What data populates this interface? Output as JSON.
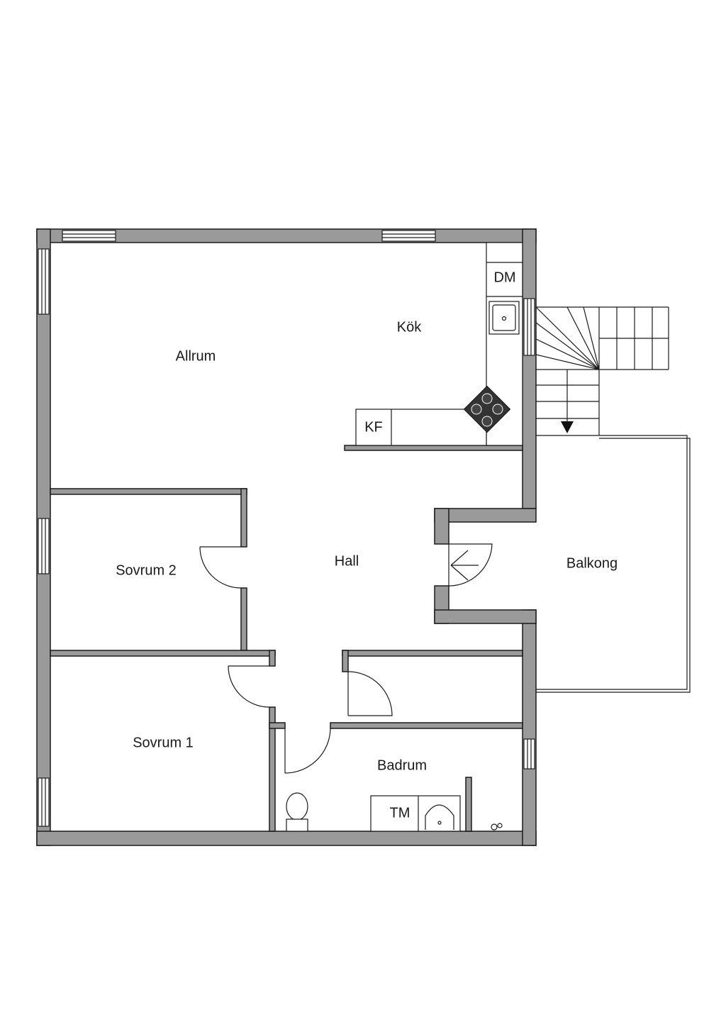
{
  "rooms": {
    "allrum": "Allrum",
    "kok": "Kök",
    "hall": "Hall",
    "sovrum2": "Sovrum 2",
    "sovrum1": "Sovrum 1",
    "balkong": "Balkong",
    "badrum": "Badrum"
  },
  "fixtures": {
    "dishwasher": "DM",
    "fridge_freezer": "KF",
    "washing_machine": "TM"
  }
}
